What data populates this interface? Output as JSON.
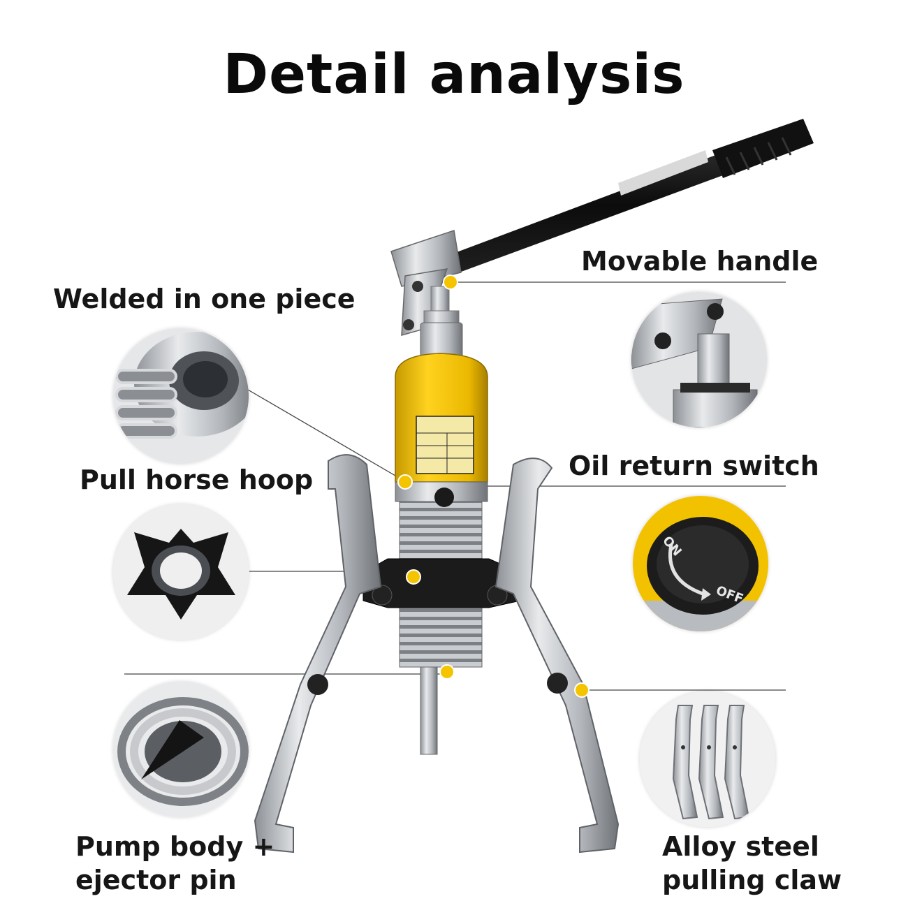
{
  "title": "Detail analysis",
  "labels": {
    "movable_handle": "Movable handle",
    "welded": "Welded in one piece",
    "pull_horse_hoop": "Pull horse hoop",
    "oil_return_switch": "Oil return switch",
    "pump_line1": "Pump body +",
    "pump_line2": "ejector pin",
    "alloy_line1": "Alloy steel",
    "alloy_line2": "pulling claw"
  },
  "switch_text": {
    "on": "ON",
    "off": "OFF"
  },
  "colors": {
    "accent_yellow": "#f2c200",
    "steel": "#b9bcc0",
    "handle_black": "#141414",
    "callout_dot": "#f5c400"
  }
}
